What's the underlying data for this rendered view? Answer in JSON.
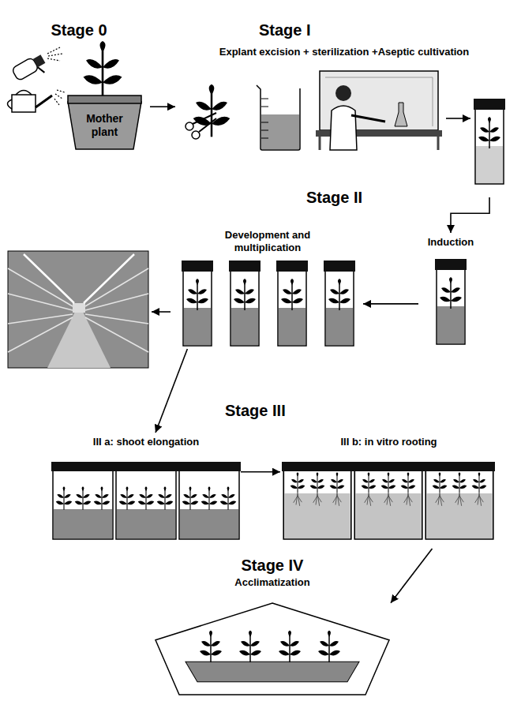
{
  "diagram": {
    "nodes": [
      {
        "text": [
          "Stage 0"
        ]
      },
      {
        "text": [
          "Mother plant"
        ],
        "in": 0
      },
      {
        "text": [
          "Stage I",
          "Explant excision + sterilization +Aseptic cultivation"
        ]
      },
      {
        "text": [
          "Induction"
        ]
      },
      {
        "text": [
          "Development and multiplication"
        ]
      },
      {
        "text": [
          "III a: shoot elongation"
        ]
      },
      {
        "text": [
          "III b: in vitro rooting"
        ]
      },
      {
        "text": [
          "Stage IV",
          "Acclimatization"
        ]
      }
    ],
    "edges": [
      {
        "from": 0,
        "to": 2,
        "arrow": "to"
      },
      {
        "from": 2,
        "to": 3,
        "arrow": "to"
      },
      {
        "from": 3,
        "to": 4,
        "arrow": "to"
      },
      {
        "from": 4,
        "to": 5,
        "arrow": "to"
      },
      {
        "from": 5,
        "to": 6,
        "arrow": "to"
      },
      {
        "from": 6,
        "to": 7,
        "arrow": "to"
      }
    ],
    "labels": [
      "Stage II",
      "Stage III"
    ]
  }
}
